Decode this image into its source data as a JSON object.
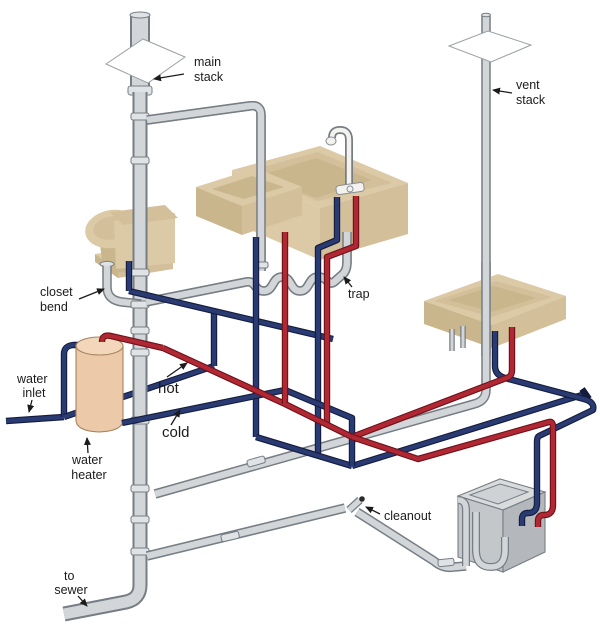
{
  "diagram": {
    "type": "residential-plumbing-cutaway",
    "labels": {
      "main_stack": {
        "line1": "main",
        "line2": "stack"
      },
      "vent_stack": {
        "line1": "vent",
        "line2": "stack"
      },
      "trap": {
        "line1": "trap"
      },
      "closet_bend": {
        "line1": "closet",
        "line2": "bend"
      },
      "water_inlet": {
        "line1": "water",
        "line2": "inlet"
      },
      "hot": {
        "line1": "hot"
      },
      "cold": {
        "line1": "cold"
      },
      "water_heater": {
        "line1": "water",
        "line2": "heater"
      },
      "cleanout": {
        "line1": "cleanout"
      },
      "to_sewer": {
        "line1": "to",
        "line2": "sewer"
      }
    },
    "colors": {
      "background": "#ffffff",
      "hot_pipe": "#b02833",
      "hot_pipe_edge": "#6e1018",
      "cold_pipe": "#2a3a72",
      "cold_pipe_edge": "#131c3c",
      "drain_pipe": "#d3d6d9",
      "drain_pipe_edge": "#767d84",
      "fixture": "#dcc9a6",
      "fixture_shade": "#c9b68d",
      "fixture_mid": "#d3c09a",
      "label_text": "#1b1b1b"
    }
  }
}
